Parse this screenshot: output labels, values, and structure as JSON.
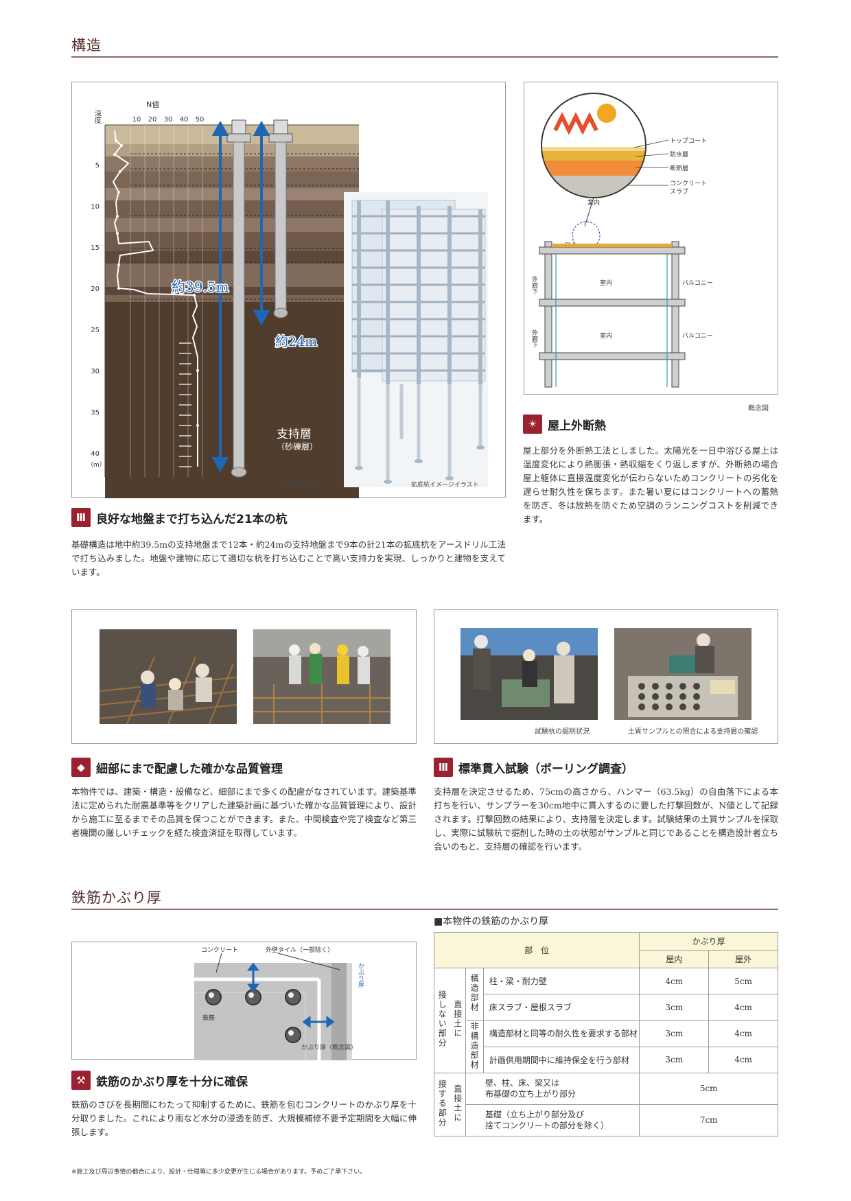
{
  "section1": {
    "title": "構造"
  },
  "soil_diagram": {
    "depth_label": "深度",
    "n_value_label": "N値",
    "n_ticks": [
      "10",
      "20",
      "30",
      "40",
      "50"
    ],
    "depth_ticks": [
      "5",
      "10",
      "15",
      "20",
      "25",
      "30",
      "35",
      "40"
    ],
    "unit": "（m）",
    "pile_long": "約39.5m",
    "pile_short": "約24m",
    "bearing_layer": "支持層",
    "bearing_sub": "（砂礫層）",
    "caption_left": "支持層概念図",
    "caption_right": "拡底杭イメージイラスト"
  },
  "roof_diagram": {
    "labels": {
      "topcoat": "トップコート",
      "waterproof": "防水層",
      "insulation": "断熱層",
      "slab1": "コンクリート",
      "slab2": "スラブ",
      "indoor": "室内",
      "rooftop": "屋上",
      "balcony": "バルコニー",
      "corridor": "外廊下"
    },
    "caption": "概念図"
  },
  "roof_section": {
    "title": "屋上外断熱",
    "body": "屋上部分を外断熱工法としました。太陽光を一日中浴びる屋上は温度変化により熱膨張・熱収縮をくり返しますが、外断熱の場合屋上躯体に直接温度変化が伝わらないためコンクリートの劣化を遅らせ耐久性を保ちます。また暑い夏にはコンクリートへの蓄熱を防ぎ、冬は放熱を防ぐため空調のランニングコストを削減できます。"
  },
  "pile_section": {
    "title": "良好な地盤まで打ち込んだ21本の杭",
    "body": "基礎構造は地中約39.5mの支持地盤まで12本・約24mの支持地盤まで9本の計21本の拡底杭をアースドリル工法で打ち込みました。地盤や建物に応じて適切な杭を打ち込むことで高い支持力を実現、しっかりと建物を支えています。"
  },
  "photos_right": {
    "caption1": "試験杭の掘削状況",
    "caption2": "土質サンプルとの照合による支持層の確認"
  },
  "quality_section": {
    "title": "細部にまで配慮した確かな品質管理",
    "body": "本物件では、建築・構造・設備など、細部にまで多くの配慮がなされています。建築基準法に定められた耐震基準等をクリアした建築計画に基づいた確かな品質管理により、設計から施工に至るまでその品質を保つことができます。また、中間検査や完了検査など第三者機関の厳しいチェックを経た検査済証を取得しています。"
  },
  "boring_section": {
    "title": "標準貫入試験（ボーリング調査）",
    "body": "支持層を決定させるため、75cmの高さから、ハンマー（63.5kg）の自由落下による本打ちを行い、サンプラーを30cm地中に貫入するのに要した打撃回数が、N値として記録されます。打撃回数の結果により、支持層を決定します。試験結果の土質サンプルを採取し、実際に試験杭で掘削した時の土の状態がサンプルと同じであることを構造設計者立ち会いのもと、支持層の確認を行います。"
  },
  "section2": {
    "title": "鉄筋かぶり厚"
  },
  "cover_diagram": {
    "concrete": "コンクリート",
    "tile": "外壁タイル（一部除く）",
    "cover": "かぶり厚",
    "rebar": "鉄筋",
    "caption": "かぶり厚（概念図）"
  },
  "cover_section": {
    "title": "鉄筋のかぶり厚を十分に確保",
    "body": "鉄筋のさびを長期間にわたって抑制するために、鉄筋を包むコンクリートのかぶり厚を十分取りました。これにより雨など水分の浸透を防ぎ、大規模補修不要予定期間を大幅に伸張します。"
  },
  "cover_table": {
    "title": "■本物件の鉄筋のかぶり厚",
    "header_part": "部　位",
    "header_cover": "かぶり厚",
    "header_in": "屋内",
    "header_out": "屋外",
    "group1": "接しない部分",
    "group1_sub": "直接土に",
    "group2": "接する部分",
    "group2_sub": "直接土に",
    "struct": "構造部材",
    "nonstruct": "非構造部材",
    "rows": [
      {
        "label": "柱・梁・耐力壁",
        "in": "4cm",
        "out": "5cm"
      },
      {
        "label": "床スラブ・屋根スラブ",
        "in": "3cm",
        "out": "4cm"
      },
      {
        "label": "構造部材と同等の耐久性を要求する部材",
        "in": "3cm",
        "out": "4cm"
      },
      {
        "label": "計画供用期間中に維持保全を行う部材",
        "in": "3cm",
        "out": "4cm"
      }
    ],
    "row5_l1": "壁、柱、床、梁又は",
    "row5_l2": "布基礎の立ち上がり部分",
    "row5_val": "5cm",
    "row6_l1": "基礎（立ち上がり部分及び",
    "row6_l2": "捨てコンクリートの部分を除く）",
    "row6_val": "7cm"
  },
  "footnote": "※施工及び周辺事情の都合により、設計・仕様等に多少変更が生じる場合があります。予めご了承下さい。"
}
